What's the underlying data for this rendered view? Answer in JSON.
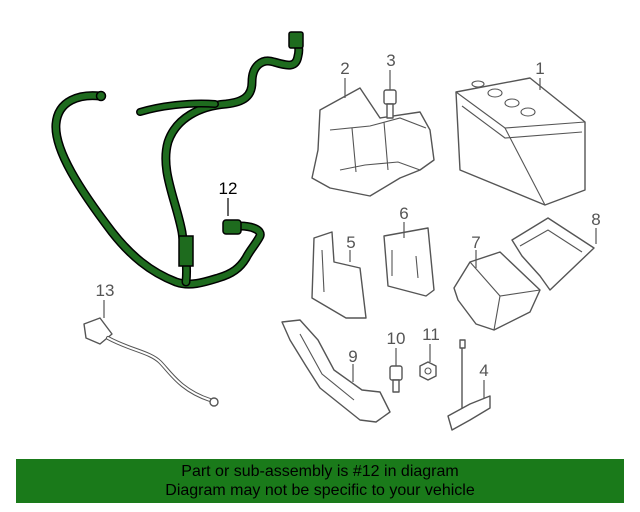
{
  "banner": {
    "line1": "Part or sub-assembly is #12 in diagram",
    "line2": "Diagram may not be specific to your vehicle",
    "color": "#1a7a1a"
  },
  "callouts": [
    "1",
    "2",
    "3",
    "4",
    "5",
    "6",
    "7",
    "8",
    "9",
    "10",
    "11",
    "12",
    "13"
  ],
  "highlight_part": "12",
  "highlight_color": "#1e6b1e"
}
